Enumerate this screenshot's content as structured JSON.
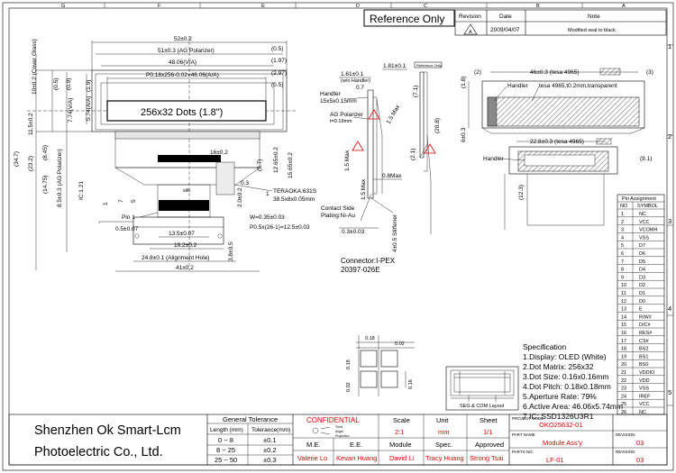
{
  "title_banner": "Reference Only",
  "revision_table": {
    "headers": [
      "Revision",
      "Date",
      "Note"
    ],
    "revision": "A",
    "date": "2009/04/07",
    "note": "Modified seal to black"
  },
  "grid": {
    "columns": [
      "G",
      "F",
      "E",
      "D",
      "C",
      "B",
      "A"
    ],
    "rows": [
      "1",
      "2",
      "3",
      "4",
      "5"
    ]
  },
  "front_view": {
    "dims": {
      "outline_w": "52±0.2",
      "polarizer_w": "51±0.3 (AG Polarizer)",
      "va_w": "48.06(V/A)",
      "aa_w": "P0.18x256-0.02=46.06(A/A)",
      "d_05": "(0.5)",
      "d_197": "(1.97)",
      "d_297": "(2.97)",
      "d_05b": "(0.5)",
      "h_cover": "10±0.2 (Cover Glass)",
      "h_05": "(0.5)",
      "h_09": "(0.9)",
      "h_19": "(1.9)",
      "h_774va": "7.74(V/A)",
      "h_574aa": "5.74(A/A)",
      "h_115": "11.5±0.2",
      "h_347": "(34.7)",
      "h_232": "(23.2)",
      "h_845": "(8.45)",
      "h_1475": "(14.75)",
      "h_85": "8.5±0.3 (AG Polarizer)",
      "ic": "IC:1.21",
      "d_1": "1",
      "d_7": "7",
      "d_5": "5",
      "d_20": "2.0±0.2",
      "d_16": "16±0.2",
      "d_57": "(5.7)",
      "d_1265": "12.65±0.2",
      "d_1565": "15.65±0.2",
      "d_03": "0.3",
      "pin1": "Pin 1",
      "d_05007": "0.5±0.07",
      "d_135": "13.5±0.07",
      "d_192": "19.2±0.2",
      "d_248": "24.8±0.1 (Alignment Hole)",
      "d_41": "41±0.2",
      "d_38": "3.8±0.5",
      "width_w": "W=0.35±0.03",
      "pitch": "P0.5x(26-1)=12.5±0.03",
      "silk": "silk"
    },
    "dots_label": "256x32 Dots (1.8\")",
    "teraoka": "TERAOKA:631S",
    "teraoka_size": "38.5x8x0.05mm"
  },
  "side_view": {
    "d_161": "1.61±0.1",
    "w_handler": "(w/o Handler)",
    "d_07": "0.7",
    "d_181": "1.81±0.1",
    "ref_tag": "Reference Only",
    "handler": "Handler",
    "handler_size": "15x5x0.15mm",
    "ag_polarizer": "AG Polarizer",
    "ag_t": "t=0.19mm",
    "max15a": "1.5 Max",
    "max15b": "1.5 Max",
    "max15c": "1.5 Max",
    "max08": "0.8Max",
    "d_71": "(7.1)",
    "d_208": "(20.8)",
    "d_21": "(2.1)",
    "contact": "Contact Side",
    "plating": "Plating:Ni-Au",
    "d_0303": "0.3±0.03",
    "stiffener": "4±0.5 Stiffener",
    "connector": "Connector:I-PEX",
    "connector_no": "20397-026E"
  },
  "top_right": {
    "d_2": "(2)",
    "tesa_w": "46±0.3 (tesa 4965)",
    "d_3": "(3)",
    "handler": "Handler",
    "tesa_note": "tesa 4965,t0.2mm,transparent",
    "d_18": "(1.8)",
    "d_603": "6±0.3",
    "tesa_w2": "22.8±0.3 (tesa 4965)",
    "handler2": "Handler",
    "d_91": "(9.1)",
    "d_123": "(12.3)"
  },
  "pin_assignment": {
    "title": "Pin Assignment",
    "headers": [
      "NO",
      "SYMBOL"
    ],
    "rows": [
      [
        "1",
        "NC"
      ],
      [
        "2",
        "VCC"
      ],
      [
        "3",
        "VCOMH"
      ],
      [
        "4",
        "VSS"
      ],
      [
        "5",
        "D7"
      ],
      [
        "6",
        "D6"
      ],
      [
        "7",
        "D5"
      ],
      [
        "8",
        "D4"
      ],
      [
        "9",
        "D3"
      ],
      [
        "10",
        "D2"
      ],
      [
        "11",
        "D1"
      ],
      [
        "12",
        "D0"
      ],
      [
        "13",
        "E"
      ],
      [
        "14",
        "R/W#"
      ],
      [
        "15",
        "D/C#"
      ],
      [
        "16",
        "RES#"
      ],
      [
        "17",
        "CS#"
      ],
      [
        "18",
        "BS2"
      ],
      [
        "19",
        "BS1"
      ],
      [
        "20",
        "BS0"
      ],
      [
        "21",
        "VDDIO"
      ],
      [
        "22",
        "VDD"
      ],
      [
        "23",
        "VSS"
      ],
      [
        "24",
        "IREF"
      ],
      [
        "25",
        "VCC"
      ],
      [
        "26",
        "NC"
      ]
    ]
  },
  "pixel_detail": {
    "d_018a": "0.18",
    "d_002a": "0.02",
    "d_018b": "0.18",
    "d_002b": "0.02",
    "d_016": "0.16"
  },
  "seg_layout": {
    "label": "SEG & COM Layout"
  },
  "specification": {
    "title": "Specification",
    "items": [
      "1.Display: OLED (White)",
      "2.Dot Matrix: 256x32",
      "3.Dot Size: 0.16x0.16mm",
      "4.Dot Pitch: 0.18x0.18mm",
      "5.Aperture Rate: 79%",
      "6.Active Area: 46.06x5.74mm",
      "7.IC: SSD1326U3R1"
    ]
  },
  "title_block": {
    "company_line1": "Shenzhen Ok Smart-Lcm",
    "company_line2": "Photoelectric Co., Ltd.",
    "general_tolerance": "General Tolerance",
    "tol_headers": [
      "Length (mm)",
      "Tolerance(mm)"
    ],
    "tol_rows": [
      [
        "0 ~ 8",
        "±0.1"
      ],
      [
        "8 ~ 25",
        "±0.2"
      ],
      [
        "25 ~ 50",
        "±0.3"
      ]
    ],
    "confidential": "CONFIDENTIAL",
    "third_angle": "Third",
    "angle": "Angle",
    "projection": "Projection",
    "scale_label": "Scale",
    "scale": "2:1",
    "unit_label": "Unit",
    "unit": "mm",
    "sheet_label": "Sheet",
    "sheet": "1/1",
    "me_label": "M.E.",
    "me": "Valerie Lo",
    "ee_label": "E.E.",
    "ee": "Kevan Huang",
    "module_label": "Module",
    "module": "David Li",
    "spec_label": "Spec.",
    "spec": "Tracy Huang",
    "approved_label": "Approved",
    "approved": "Strong Tsai",
    "project_code_label": "PROJECT CODE",
    "project_code": "OKO25632-01",
    "part_name_label": "PART NAME",
    "part_name": "Module Ass'y",
    "revision_label": "REVISION",
    "revision": "03",
    "parts_no_label": "PARTS NO.",
    "parts_no": "LF-01",
    "revision_label2": "REVISION",
    "revision2": "03"
  }
}
